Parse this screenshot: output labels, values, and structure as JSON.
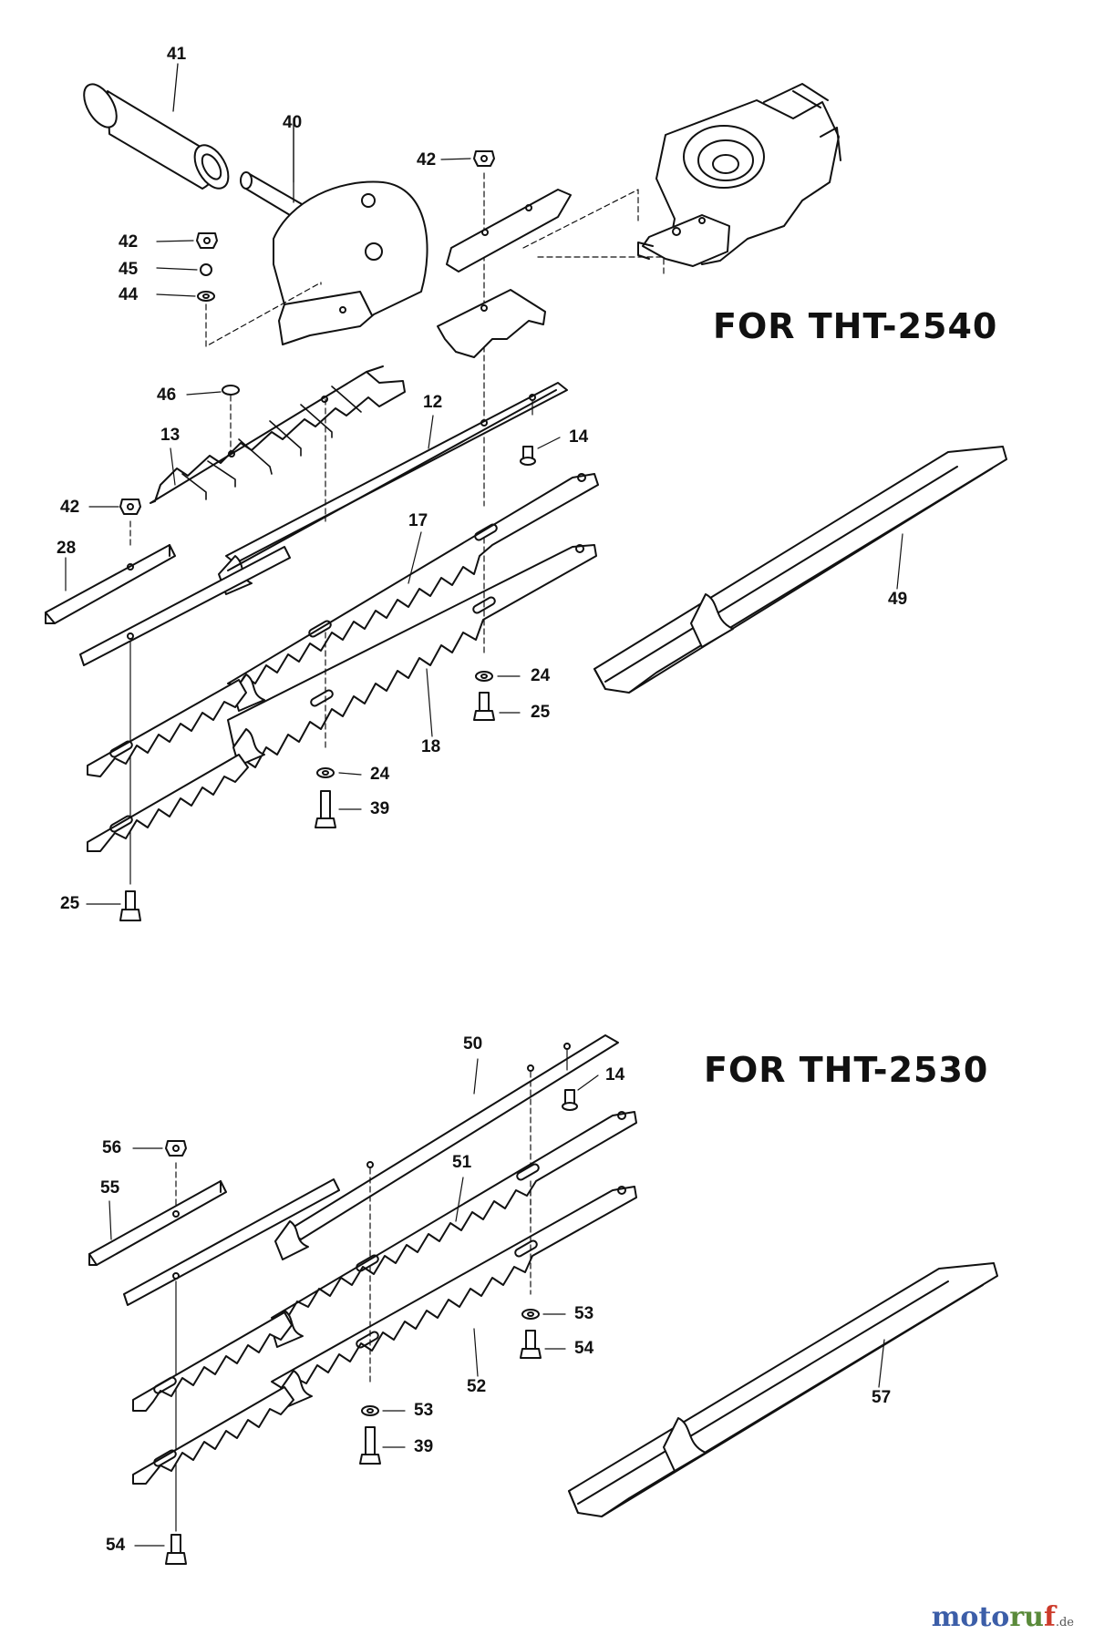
{
  "sections": [
    {
      "title": "FOR THT-2540"
    },
    {
      "title": "FOR THT-2530"
    }
  ],
  "callouts_top": [
    "41",
    "40",
    "42",
    "42",
    "45",
    "44",
    "46",
    "13",
    "12",
    "14",
    "42",
    "28",
    "17",
    "49",
    "24",
    "25",
    "18",
    "24",
    "39",
    "25"
  ],
  "callouts_bottom": [
    "50",
    "14",
    "56",
    "55",
    "51",
    "53",
    "54",
    "52",
    "57",
    "53",
    "39",
    "54"
  ],
  "watermark": {
    "brand_a": "moto",
    "brand_b": "ru",
    "brand_c": "f",
    "suffix": ".de"
  }
}
